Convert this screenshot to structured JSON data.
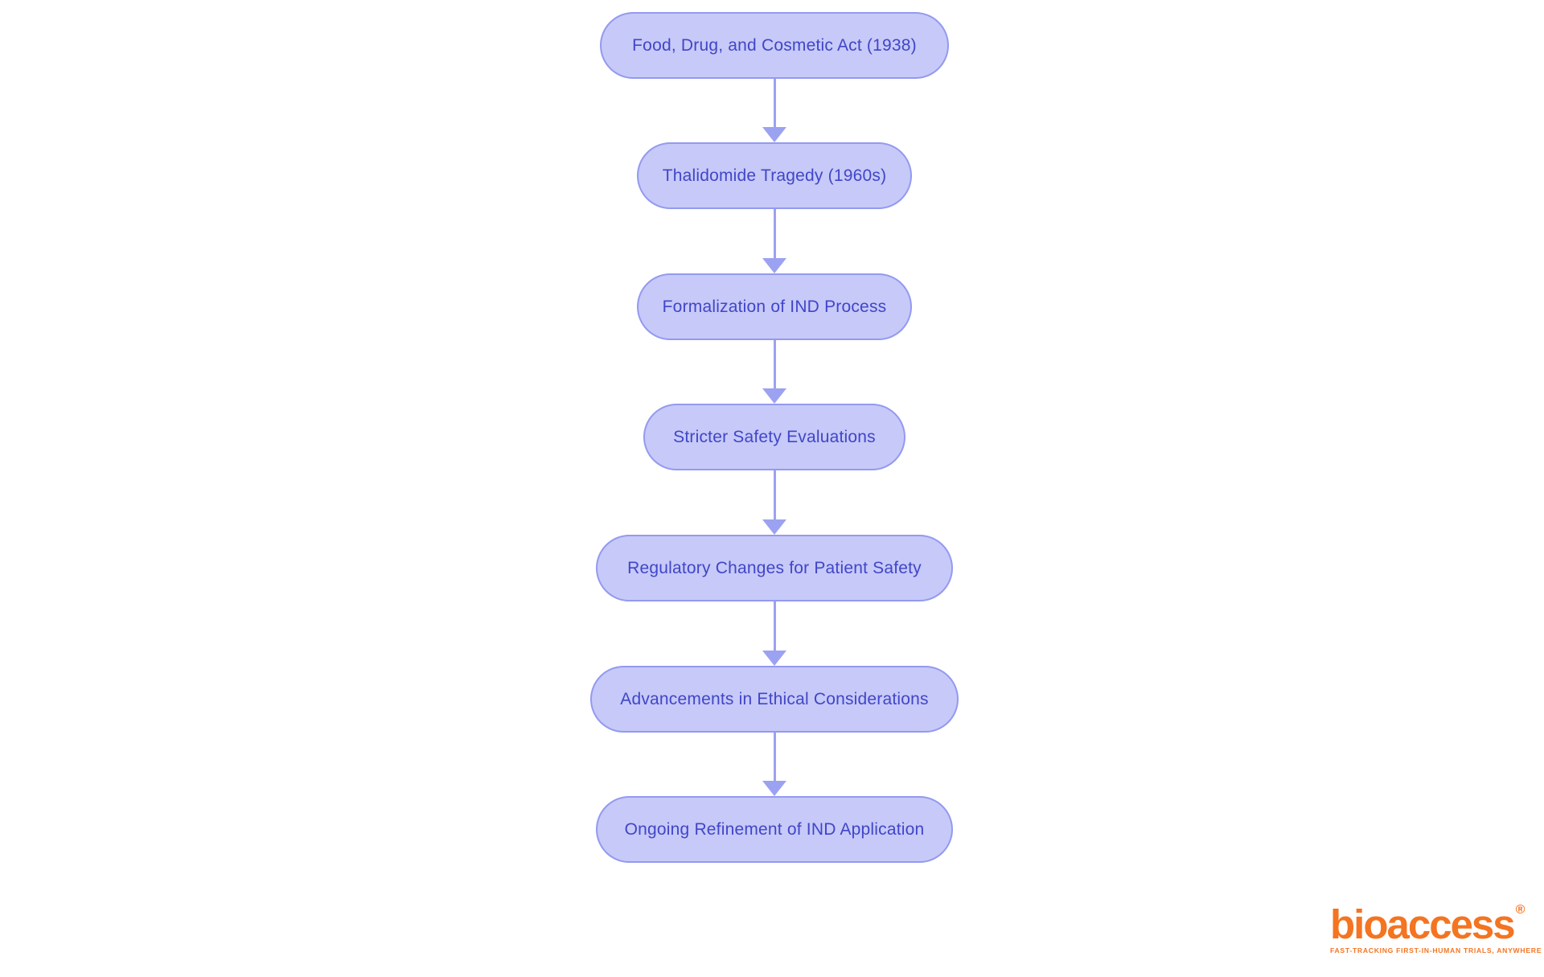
{
  "colors": {
    "node_fill": "#c7c9f8",
    "node_border": "#939af0",
    "node_text": "#4046c8",
    "arrow": "#9ba2f1",
    "brand_orange": "#f47421",
    "background": "#ffffff"
  },
  "flowchart": {
    "type": "vertical-flow",
    "nodes": [
      {
        "label": "Food, Drug, and Cosmetic Act (1938)"
      },
      {
        "label": "Thalidomide Tragedy (1960s)"
      },
      {
        "label": "Formalization of IND Process"
      },
      {
        "label": "Stricter Safety Evaluations"
      },
      {
        "label": "Regulatory Changes for Patient Safety"
      },
      {
        "label": "Advancements in Ethical Considerations"
      },
      {
        "label": "Ongoing Refinement of IND Application"
      }
    ]
  },
  "logo": {
    "wordmark": "bioaccess",
    "registered_mark": "®",
    "tagline": "FAST-TRACKING FIRST-IN-HUMAN TRIALS, ANYWHERE"
  }
}
